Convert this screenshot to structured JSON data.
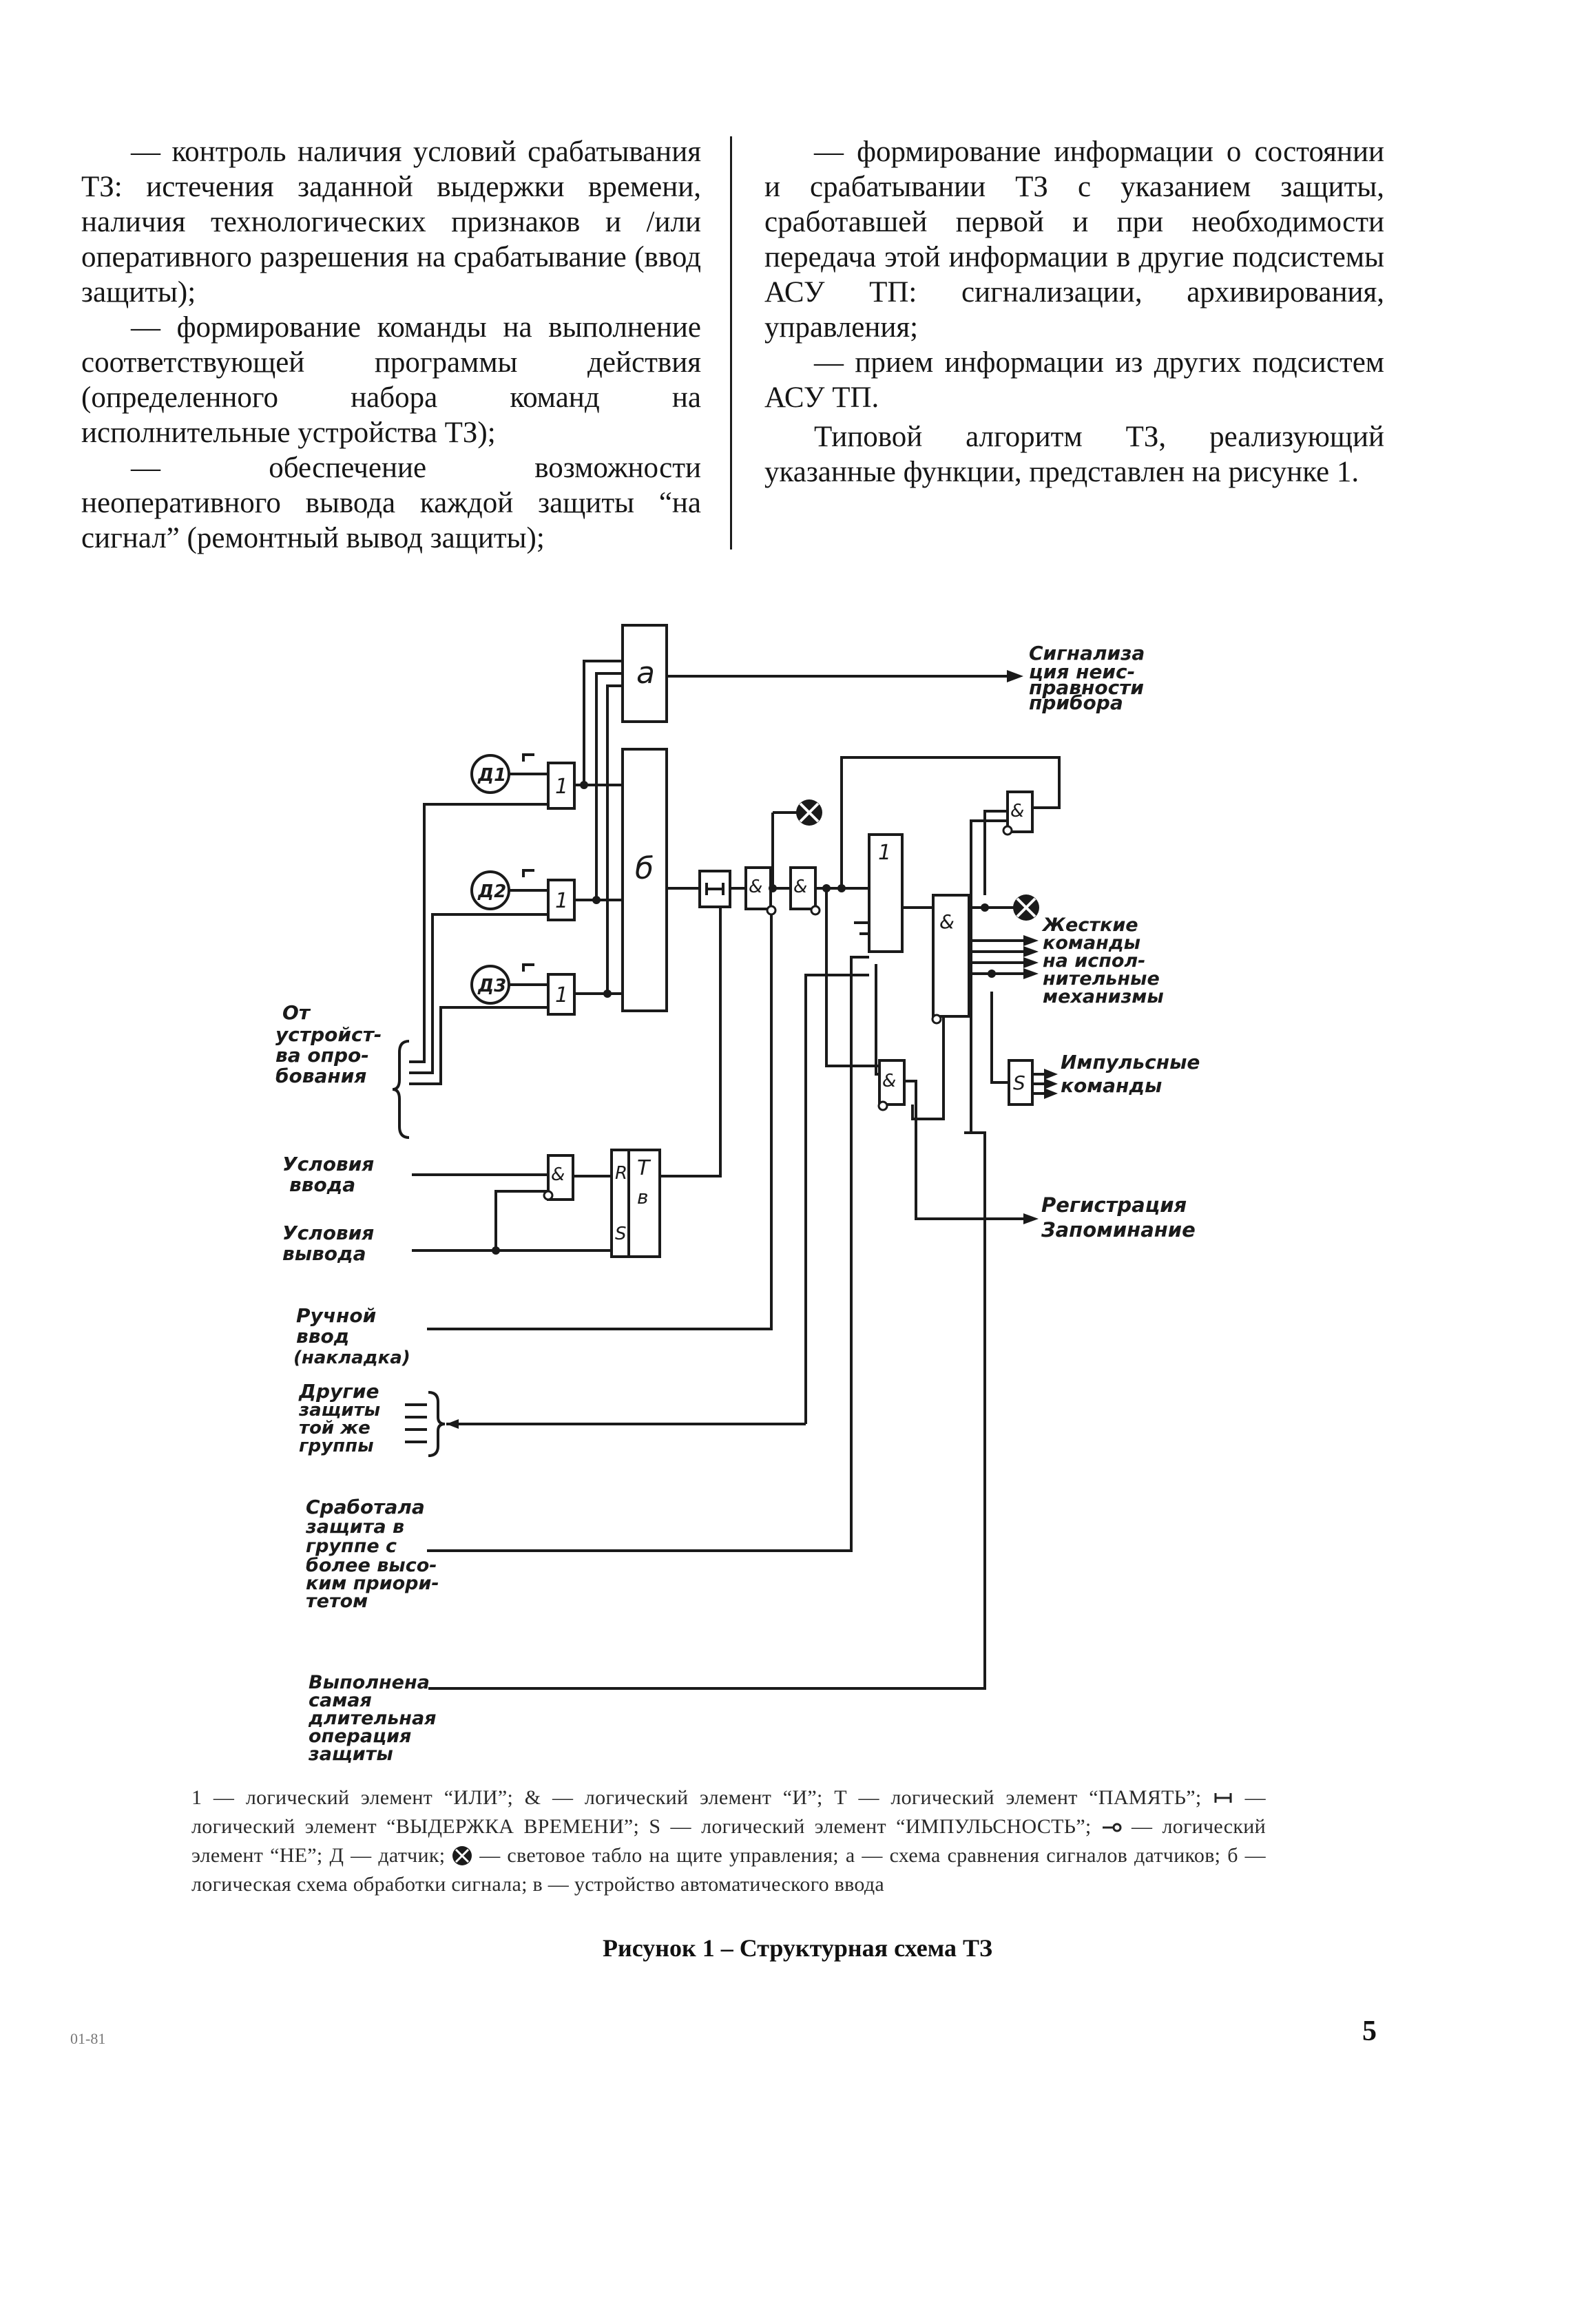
{
  "text": {
    "left": [
      "— контроль наличия условий срабатывания ТЗ: истечения заданной выдержки времени, наличия технологических признаков и /или оперативного разрешения на срабатывание (ввод защиты);",
      "— формирование команды на выполнение соответствующей программы действия (определенного набора команд на исполнительные устройства ТЗ);",
      "— обеспечение возможности неоперативного вывода каждой защиты “на сигнал” (ремонтный вывод защиты);"
    ],
    "right": [
      "— формирование информации о состоянии и срабатывании ТЗ с указанием защиты, сработавшей первой и при необходимости передача этой информации в другие подсистемы АСУ ТП: сигнализации, архивирования, управления;",
      "— прием информации из других подсистем АСУ ТП.",
      "Типовой алгоритм ТЗ, реализующий указанные функции, представлен на рисунке 1."
    ]
  },
  "diagram": {
    "blocks": {
      "a": "а",
      "b": "б",
      "or": "1",
      "and": "&",
      "t": "Т",
      "v": "в",
      "r": "R",
      "s": "S",
      "pulse": "S"
    },
    "sensors": [
      "Д1",
      "Д2",
      "Д3"
    ],
    "labels": {
      "signal_1": "Сигнализа",
      "signal_2": "ция неис-",
      "signal_3": "правности",
      "signal_4": "прибора",
      "hard_1": "Жесткие",
      "hard_2": "команды",
      "hard_3": "на испол-",
      "hard_4": "нительные",
      "hard_5": "механизмы",
      "imp_1": "Импульсные",
      "imp_2": "команды",
      "reg_1": "Регистрация",
      "reg_2": "Запоминание",
      "dev_1": "От",
      "dev_2": "устройст-",
      "dev_3": "ва опро-",
      "dev_4": "бования",
      "in_1": "Условия",
      "in_2": "ввода",
      "out_1": "Условия",
      "out_2": "вывода",
      "man_1": "Ручной",
      "man_2": "ввод",
      "man_3": "(накладка)",
      "oth_1": "Другие",
      "oth_2": "защиты",
      "oth_3": "той же",
      "oth_4": "группы",
      "hp_1": "Сработала",
      "hp_2": "защита в",
      "hp_3": "группе с",
      "hp_4": "более высо-",
      "hp_5": "ким приори-",
      "hp_6": "тетом",
      "long_1": "Выполнена",
      "long_2": "самая",
      "long_3": "длительная",
      "long_4": "операция",
      "long_5": "защиты"
    }
  },
  "legend": {
    "p1": "1 — логический элемент “ИЛИ”; & — логический элемент “И”; Т — логический элемент “ПАМЯТЬ”; ",
    "p2": " — логический элемент “ВЫДЕРЖКА ВРЕМЕНИ”; S — логический элемент “ИМПУЛЬСНОСТЬ”; ",
    "p3": " — логический элемент “НЕ”; Д — датчик; ",
    "p4": " — световое табло на щите управления; а — схема сравнения сигналов датчиков; б — логическая схема обработки сигнала; в — устройство автоматического ввода"
  },
  "caption": "Рисунок 1 – Структурная схема ТЗ",
  "page_number": "5",
  "code": "01-81"
}
